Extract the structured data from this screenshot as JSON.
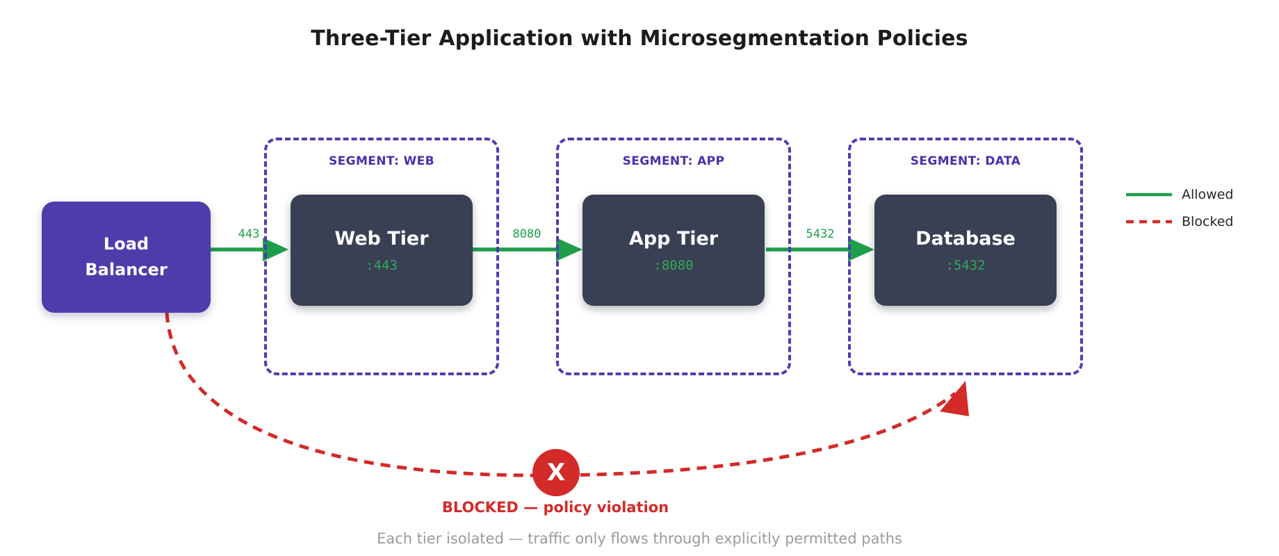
{
  "title": "Three-Tier Application with Microsegmentation Policies",
  "load_balancer": {
    "label": "Load Balancer"
  },
  "segments": [
    {
      "id": "web",
      "label": "SEGMENT: WEB",
      "node_title": "Web Tier",
      "node_port": ":443"
    },
    {
      "id": "app",
      "label": "SEGMENT: APP",
      "node_title": "App Tier",
      "node_port": ":8080"
    },
    {
      "id": "data",
      "label": "SEGMENT: DATA",
      "node_title": "Database",
      "node_port": ":5432"
    }
  ],
  "flows": [
    {
      "from": "Load Balancer",
      "to": "Web Tier",
      "port_label": "443",
      "status": "allowed"
    },
    {
      "from": "Web Tier",
      "to": "App Tier",
      "port_label": "8080",
      "status": "allowed"
    },
    {
      "from": "App Tier",
      "to": "Database",
      "port_label": "5432",
      "status": "allowed"
    },
    {
      "from": "Load Balancer",
      "to": "Database",
      "status": "blocked"
    }
  ],
  "blocked_marker": {
    "glyph": "X",
    "label": "BLOCKED — policy violation"
  },
  "legend": {
    "allowed_label": "Allowed",
    "blocked_label": "Blocked"
  },
  "caption": "Each tier isolated — traffic only flows through explicitly permitted paths",
  "colors": {
    "load_balancer_fill": "#4e3cab",
    "segment_border": "#4d3db4",
    "segment_label_text": "#4532ae",
    "node_fill": "#394053",
    "node_title_text": "#ffffff",
    "allowed_green": "#1f9e4a",
    "port_green": "#31a957",
    "blocked_red": "#d32a2a",
    "title_text": "#1c1c1c",
    "caption_gray": "#9b9b9b"
  }
}
